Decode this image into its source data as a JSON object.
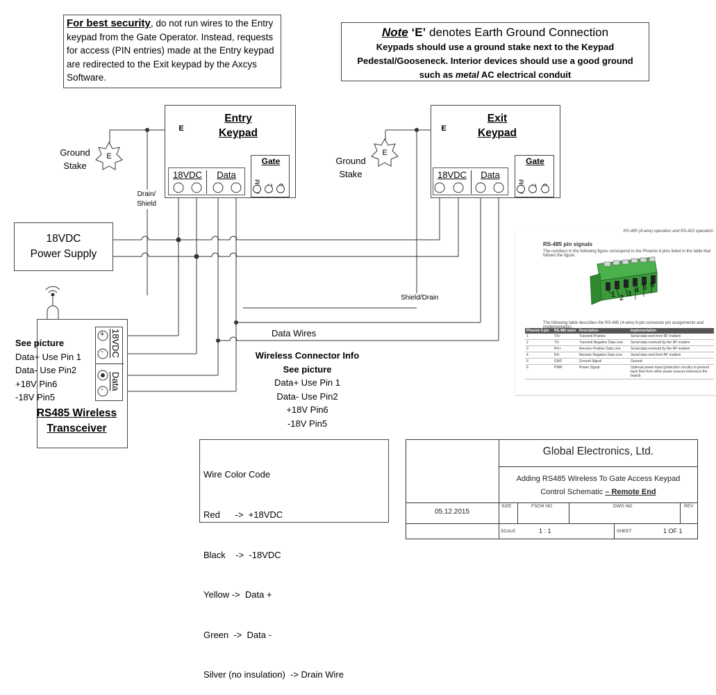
{
  "security_note": {
    "lead": "For best security",
    "rest": ", do not run wires to the Entry keypad from the Gate Operator. Instead, requests for access (PIN entries) made at the Entry keypad are redirected to the Exit keypad by the Axcys Software."
  },
  "ground_note": {
    "title_note": "Note",
    "title_e": "‘E’",
    "title_rest": "denotes Earth Ground Connection",
    "line1": "Keypads should use a ground stake next to the Keypad",
    "line2": "Pedestal/Gooseneck.   Interior devices should use a good ground",
    "line3a": "such as",
    "line3b": "metal",
    "line3c": "AC electrical conduit"
  },
  "entry_keypad": {
    "line1": "Entry",
    "line2": "Keypad",
    "vdc": "18VDC",
    "data": "Data",
    "gate": "Gate",
    "com": "COM",
    "nc": "NC",
    "no": "NO",
    "e": "E"
  },
  "exit_keypad": {
    "line1": "Exit",
    "line2": "Keypad",
    "vdc": "18VDC",
    "data": "Data",
    "gate": "Gate",
    "com": "COM",
    "nc": "NC",
    "no": "NO",
    "e": "E"
  },
  "ground_stake_left": {
    "line1": "Ground",
    "line2": "Stake",
    "e": "E"
  },
  "ground_stake_right": {
    "line1": "Ground",
    "line2": "Stake",
    "e": "E"
  },
  "drain_shield_label": {
    "line1": "Drain/",
    "line2": "Shield"
  },
  "power_supply": {
    "line1": "18VDC",
    "line2": "Power Supply"
  },
  "shield_drain_label": "Shield/Drain",
  "data_wires_label": "Data Wires",
  "transceiver": {
    "line1": "RS485 Wireless",
    "line2": "Transceiver",
    "vdc_label": "18VDC",
    "data_label": "Data",
    "plus": "+",
    "minus": "-"
  },
  "see_picture_left": [
    "See picture",
    "Data+ Use Pin 1",
    "Data- Use Pin2",
    "+18V Pin6",
    "-18V Pin5"
  ],
  "wireless_info": [
    "Wireless Connector Info",
    "See picture",
    "Data+ Use Pin 1",
    "Data- Use Pin2",
    "+18V Pin6",
    "-18V Pin5"
  ],
  "wire_colors": [
    "Wire Color Code",
    "Red      ->  +18VDC",
    "Black    ->  -18VDC",
    "Yellow ->  Data +",
    "Green  ->  Data -",
    "Silver (no insulation)  -> Drain Wire"
  ],
  "datasheet": {
    "header": "RS-485 (4-wire) operation and RS-422 operation",
    "title": "RS-485 pin signals",
    "intro": "The numbers in the following figure correspond to the Phoenix 6 pins listed in the table that follows the figure.",
    "pins": [
      "1",
      "2",
      "3",
      "4",
      "5",
      "6"
    ],
    "table_caption": "The following table describes the RS-485 (4-wire) 6-pin connector pin assignments and implementation.",
    "columns": [
      "Phoenix 6 pin",
      "RS-485 name",
      "Description",
      "Implementation"
    ],
    "rows": [
      [
        "1",
        "TX+",
        "Transmit Positive",
        "Serial data sent from RF modem"
      ],
      [
        "2",
        "TX-",
        "Transmit Negative Data Line",
        "Serial data received by the RF modem"
      ],
      [
        "3",
        "RX+",
        "Receive Positive Data Line",
        "Serial data received by the RF modem"
      ],
      [
        "4",
        "RX-",
        "Receive Negative Data Line",
        "Serial data sent from RF modem"
      ],
      [
        "5",
        "GND",
        "Ground Signal",
        "Ground"
      ],
      [
        "6",
        "PWR",
        "Power Signal",
        "Optional power input (protection circuitry to prevent back flow from other power sources internal to the board)"
      ]
    ]
  },
  "title_block": {
    "company": "Global Electronics, Ltd.",
    "title1": "Adding RS485 Wireless To Gate Access Keypad",
    "title2a": "Control Schematic ",
    "title2b": "– Remote End",
    "date": "05.12.2015",
    "size_label": "SIZE",
    "fscm_label": "FSCM NO",
    "dwg_label": "DWG NO",
    "rev_label": "REV",
    "scale_label": "SCALE",
    "scale_value": "1 : 1",
    "sheet_label": "SHEET",
    "sheet_value": "1 OF 1"
  }
}
